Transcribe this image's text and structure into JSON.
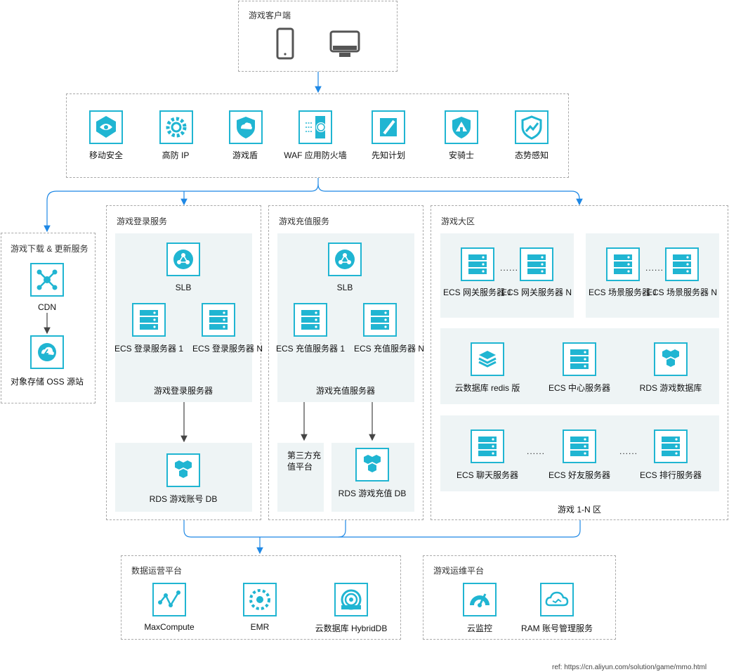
{
  "client": {
    "title": "游戏客户端"
  },
  "security": {
    "items": [
      {
        "label": "移动安全",
        "icon": "mobile-security-icon"
      },
      {
        "label": "高防 IP",
        "icon": "anti-ddos-icon"
      },
      {
        "label": "游戏盾",
        "icon": "game-shield-icon"
      },
      {
        "label": "WAF 应用防火墙",
        "icon": "waf-icon"
      },
      {
        "label": "先知计划",
        "icon": "xianzhi-icon"
      },
      {
        "label": "安骑士",
        "icon": "aegis-icon"
      },
      {
        "label": "态势感知",
        "icon": "situation-awareness-icon"
      }
    ]
  },
  "download": {
    "title": "游戏下载 & 更新服务",
    "cdn": "CDN",
    "oss": "对象存储 OSS 源站"
  },
  "login": {
    "title": "游戏登录服务",
    "slb": "SLB",
    "ecs1": "ECS 登录服务器 1",
    "ecsN": "ECS 登录服务器 N",
    "group": "游戏登录服务器",
    "rds": "RDS 游戏账号 DB"
  },
  "recharge": {
    "title": "游戏充值服务",
    "slb": "SLB",
    "ecs1": "ECS 充值服务器 1",
    "ecsN": "ECS 充值服务器 N",
    "group": "游戏充值服务器",
    "third_party": "第三方充值平台",
    "rds": "RDS 游戏充值 DB"
  },
  "zone": {
    "title": "游戏大区",
    "gateway1": "ECS 网关服务器 1",
    "gatewayN": "ECS 网关服务器 N",
    "scene1": "ECS 场景服务器 1",
    "sceneN": "ECS 场景服务器 N",
    "redis": "云数据库 redis 版",
    "center": "ECS 中心服务器",
    "rds": "RDS 游戏数据库",
    "chat": "ECS 聊天服务器",
    "friend": "ECS 好友服务器",
    "rank": "ECS 排行服务器",
    "dots": "......",
    "footer": "游戏 1-N 区"
  },
  "data_platform": {
    "title": "数据运营平台",
    "maxcompute": "MaxCompute",
    "emr": "EMR",
    "hybriddb": "云数据库 HybridDB"
  },
  "ops_platform": {
    "title": "游戏运维平台",
    "monitor": "云监控",
    "ram": "RAM 账号管理服务"
  },
  "ref": "ref: https://cn.aliyun.com/solution/game/mmo.html",
  "colors": {
    "accent": "#20b5d2",
    "arrow_blue": "#1e88e5",
    "panel": "#eef4f5"
  }
}
